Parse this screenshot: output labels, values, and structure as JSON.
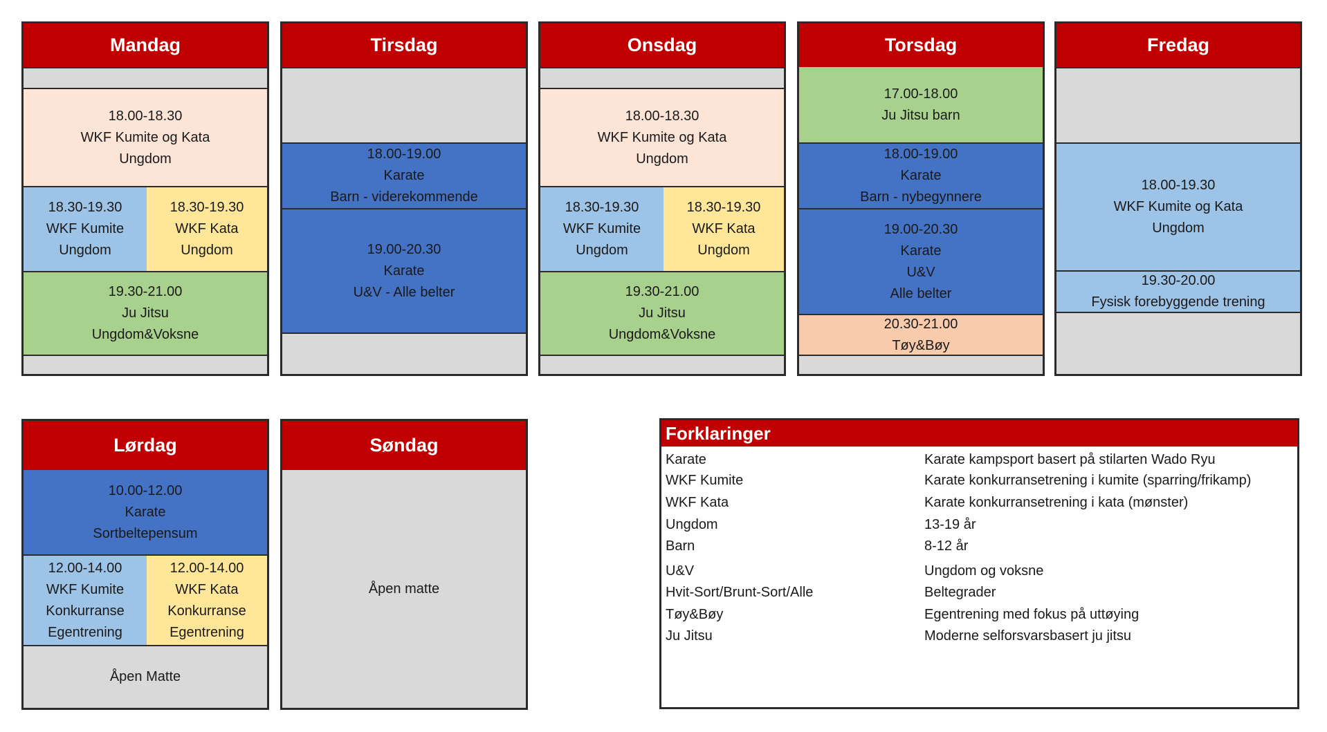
{
  "days": {
    "mandag": {
      "title": "Mandag",
      "s1": [
        "18.00-18.30",
        "WKF Kumite og Kata",
        "Ungdom"
      ],
      "s2": [
        "18.30-19.30",
        "WKF Kumite",
        "Ungdom"
      ],
      "s3": [
        "18.30-19.30",
        "WKF Kata",
        "Ungdom"
      ],
      "s4": [
        "19.30-21.00",
        "Ju Jitsu",
        "Ungdom&Voksne"
      ]
    },
    "tirsdag": {
      "title": "Tirsdag",
      "s1": [
        "18.00-19.00",
        "Karate",
        "Barn - viderekommende"
      ],
      "s2": [
        "19.00-20.30",
        "Karate",
        "U&V - Alle belter"
      ]
    },
    "onsdag": {
      "title": "Onsdag",
      "s1": [
        "18.00-18.30",
        "WKF Kumite og Kata",
        "Ungdom"
      ],
      "s2": [
        "18.30-19.30",
        "WKF Kumite",
        "Ungdom"
      ],
      "s3": [
        "18.30-19.30",
        "WKF Kata",
        "Ungdom"
      ],
      "s4": [
        "19.30-21.00",
        "Ju Jitsu",
        "Ungdom&Voksne"
      ]
    },
    "torsdag": {
      "title": "Torsdag",
      "s1": [
        "17.00-18.00",
        "Ju Jitsu barn"
      ],
      "s2": [
        "18.00-19.00",
        "Karate",
        "Barn - nybegynnere"
      ],
      "s3": [
        "19.00-20.30",
        "Karate",
        "U&V",
        "Alle belter"
      ],
      "s4": [
        "20.30-21.00",
        "Tøy&Bøy"
      ]
    },
    "fredag": {
      "title": "Fredag",
      "s1": [
        "18.00-19.30",
        "WKF Kumite og Kata",
        "Ungdom"
      ],
      "s2": [
        "19.30-20.00",
        "Fysisk forebyggende trening"
      ]
    },
    "lordag": {
      "title": "Lørdag",
      "s1": [
        "10.00-12.00",
        "Karate",
        "Sortbeltepensum"
      ],
      "s2": [
        "12.00-14.00",
        "WKF Kumite",
        "Konkurranse",
        "Egentrening"
      ],
      "s3": [
        "12.00-14.00",
        "WKF Kata",
        "Konkurranse",
        "Egentrening"
      ],
      "s4": [
        "Åpen Matte"
      ]
    },
    "sondag": {
      "title": "Søndag",
      "s1": [
        "Åpen matte"
      ]
    }
  },
  "legend": {
    "title": "Forklaringer",
    "rows": [
      {
        "term": "Karate",
        "def": "Karate kampsport basert på stilarten Wado Ryu"
      },
      {
        "term": "WKF Kumite",
        "def": "Karate konkurransetrening i kumite (sparring/frikamp)"
      },
      {
        "term": "WKF Kata",
        "def": "Karate konkurransetrening i kata (mønster)"
      },
      {
        "term": "Ungdom",
        "def": "13-19 år"
      },
      {
        "term": "Barn",
        "def": "8-12 år"
      },
      {
        "term": "U&V",
        "def": "Ungdom og voksne"
      },
      {
        "term": "Hvit-Sort/Brunt-Sort/Alle",
        "def": "Beltegrader"
      },
      {
        "term": "Tøy&Bøy",
        "def": "Egentrening med fokus på uttøying"
      },
      {
        "term": "Ju Jitsu",
        "def": "Moderne selforsvarsbasert ju jitsu"
      }
    ]
  },
  "colors": {
    "header": "#c00000",
    "empty": "#d9d9d9",
    "peach": "#fce4d6",
    "light_blue": "#9dc3e6",
    "yellow": "#ffe699",
    "green": "#a9d18e",
    "blue": "#4472c4",
    "orange": "#f8cbad"
  }
}
